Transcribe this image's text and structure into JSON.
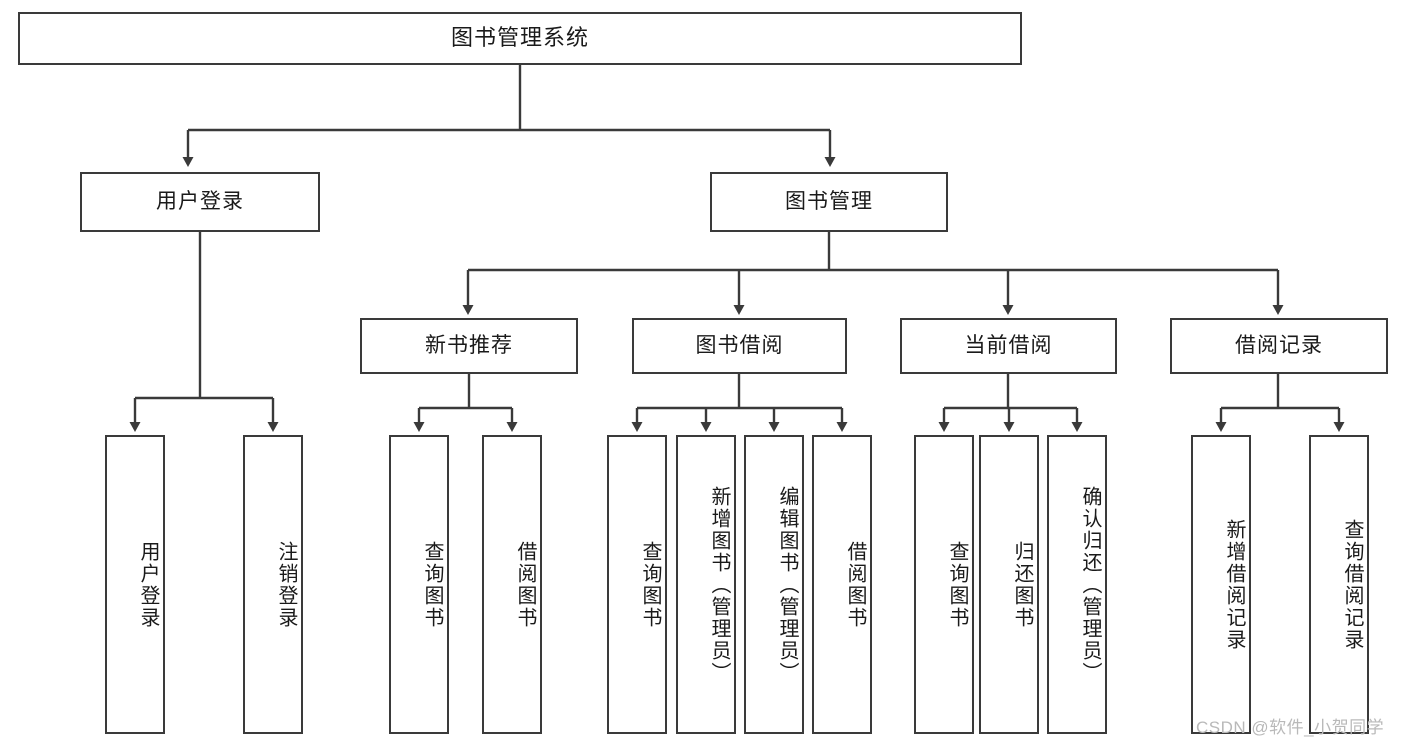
{
  "diagram": {
    "title": "图书管理系统",
    "type": "tree-hierarchy",
    "root": {
      "label": "图书管理系统"
    },
    "level2": [
      {
        "label": "用户登录"
      },
      {
        "label": "图书管理"
      }
    ],
    "level3": [
      {
        "label": "新书推荐"
      },
      {
        "label": "图书借阅"
      },
      {
        "label": "当前借阅"
      },
      {
        "label": "借阅记录"
      }
    ],
    "leaves": {
      "user_login": [
        {
          "label": "用户登录"
        },
        {
          "label": "注销登录"
        }
      ],
      "new_book_recommend": [
        {
          "label": "查询图书"
        },
        {
          "label": "借阅图书"
        }
      ],
      "book_borrow": [
        {
          "label": "查询图书"
        },
        {
          "label": "新增图书（管理员）"
        },
        {
          "label": "编辑图书（管理员）"
        },
        {
          "label": "借阅图书"
        }
      ],
      "current_borrow": [
        {
          "label": "查询图书"
        },
        {
          "label": "归还图书"
        },
        {
          "label": "确认归还（管理员）"
        }
      ],
      "borrow_record": [
        {
          "label": "新增借阅记录"
        },
        {
          "label": "查询借阅记录"
        }
      ]
    }
  },
  "watermark": {
    "text": "CSDN @软件_小贺同学"
  },
  "colors": {
    "stroke": "#3a3a3a",
    "box_fill": "#ffffff",
    "text": "#1a1a1a",
    "watermark": "#b9b9b9"
  }
}
